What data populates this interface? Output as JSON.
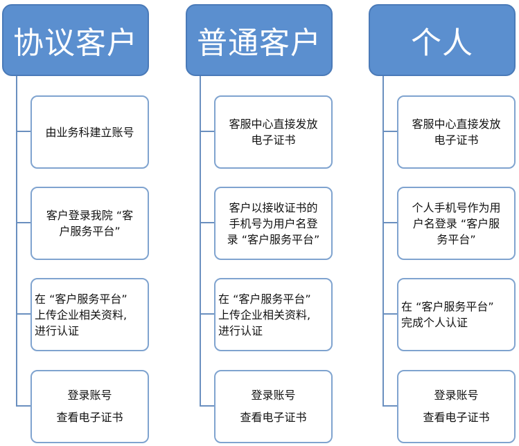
{
  "columns": [
    {
      "header": "协议客户",
      "steps": [
        {
          "lines": [
            "由业务科建立账号"
          ]
        },
        {
          "lines": [
            "客户登录我院 “客",
            "户服务平台”"
          ]
        },
        {
          "lines": [
            "在 “客户服务平台”",
            "上传企业相关资料,",
            "进行认证"
          ]
        },
        {
          "lines": [
            "登录账号",
            "查看电子证书"
          ]
        }
      ]
    },
    {
      "header": "普通客户",
      "steps": [
        {
          "lines": [
            "客服中心直接发放",
            "电子证书"
          ]
        },
        {
          "lines": [
            "客户以接收证书的",
            "手机号为用户名登",
            "录 “客户服务平台”"
          ]
        },
        {
          "lines": [
            "在 “客户服务平台”",
            "上传企业相关资料,",
            "进行认证"
          ]
        },
        {
          "lines": [
            "登录账号",
            "查看电子证书"
          ]
        }
      ]
    },
    {
      "header": "个人",
      "steps": [
        {
          "lines": [
            "客服中心直接发放",
            "电子证书"
          ]
        },
        {
          "lines": [
            "个人手机号作为用",
            "户名登录 “客户服",
            "务平台”"
          ]
        },
        {
          "lines": [
            "在 “客户服务平台”",
            "完成个人认证"
          ]
        },
        {
          "lines": [
            "登录账号",
            "查看电子证书"
          ]
        }
      ]
    }
  ]
}
